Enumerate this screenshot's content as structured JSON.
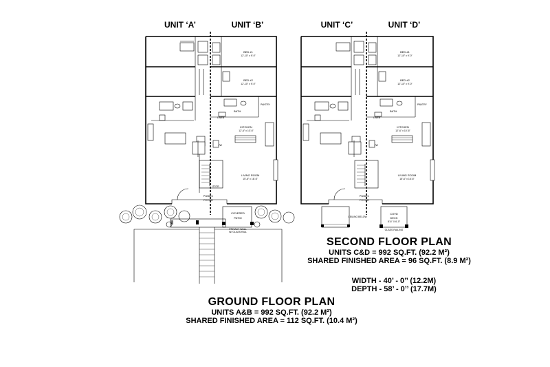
{
  "units": {
    "a": "UNIT ‘A’",
    "b": "UNIT ‘B’",
    "c": "UNIT ‘C’",
    "d": "UNIT ‘D’"
  },
  "rooms": {
    "bed1": "BED #1",
    "bed1_size": "12'-10\" x 9'-0\"",
    "bed2": "BED #2",
    "bed2_size": "12'-10\" x 9'-0\"",
    "bath": "BATH",
    "pantry": "PANTRY",
    "linen": "LINEN",
    "kitchen": "KITCHEN",
    "kitchen_size": "12'-6\" x 10'-6\"",
    "living": "LIVING ROOM",
    "living_size": "15'-6\" x 16'-6\"",
    "dw": "D/W",
    "stor": "STOR",
    "public_foyer_l1": "PUBLIC",
    "public_foyer_l2": "FOYER",
    "covered_patio_l1": "COVERED",
    "covered_patio_l2": "PATIO",
    "privacy_wall_l1": "PRIVACY WALL",
    "privacy_wall_l2": "W/ GLASS RAIL",
    "covd_deck_l1": "COVD",
    "covd_deck_l2": "DECK",
    "covd_deck_size": "8'-6\" X 6'-0\"",
    "ceiling_below": "CEILING BELOW",
    "glass_railing": "GLASS RAILING"
  },
  "ground": {
    "title": "GROUND FLOOR PLAN",
    "units_line": "UNITS A&B = 992 SQ.FT. (92.2 M²)",
    "shared_line": "SHARED FINISHED AREA = 112 SQ.FT. (10.4 M²)"
  },
  "second": {
    "title": "SECOND FLOOR PLAN",
    "units_line": "UNITS C&D = 992 SQ.FT. (92.2 M²)",
    "shared_line": "SHARED FINISHED AREA = 96 SQ.FT. (8.9 M²)"
  },
  "dimensions": {
    "width_line": "WIDTH - 40’ - 0’’ (12.2M)",
    "depth_line": "DEPTH - 58’ - 0’’ (17.7M)"
  }
}
